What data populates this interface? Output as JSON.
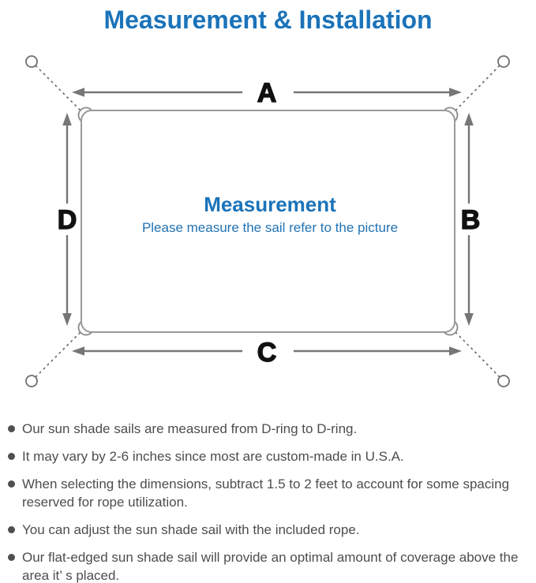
{
  "page_title": "Measurement & Installation",
  "diagram": {
    "arrow_labels": {
      "top": "A",
      "right": "B",
      "bottom": "C",
      "left": "D"
    },
    "center_title": "Measurement",
    "center_subtitle": "Please measure the sail refer to the picture"
  },
  "notes": [
    "Our sun shade sails are measured from D-ring to D-ring.",
    "It may vary by 2-6 inches since most are custom-made in U.S.A.",
    "When selecting the dimensions, subtract 1.5 to 2 feet to account for some spacing reserved for rope utilization.",
    "You can adjust the sun shade sail with the included rope.",
    "Our flat-edged sun shade sail will provide an optimal amount of coverage above the area it’ s placed."
  ],
  "colors": {
    "accent_blue": "#1b73b9",
    "subtitle_blue": "#2273b4",
    "note_text_gray": "#4d4d4d",
    "arrow_gray": "#767676",
    "sail_border_gray": "#9a9a9a",
    "rope_line_gray": "#6f6f6f",
    "label_black": "#111111"
  }
}
